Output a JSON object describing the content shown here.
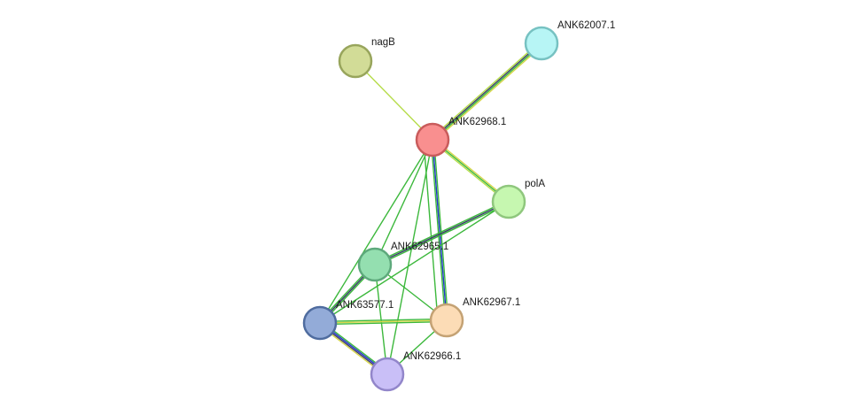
{
  "nodes": [
    {
      "id": "ANK62968.1",
      "label": "ANK62968.1",
      "fill": "#f98f8f",
      "stroke": "#c95c5c"
    },
    {
      "id": "nagB",
      "label": "nagB",
      "fill": "#d2dc97",
      "stroke": "#98a55c"
    },
    {
      "id": "ANK62007.1",
      "label": "ANK62007.1",
      "fill": "#b7f5f5",
      "stroke": "#77c2c2"
    },
    {
      "id": "polA",
      "label": "polA",
      "fill": "#c6f7b0",
      "stroke": "#8fc77d"
    },
    {
      "id": "ANK62965.1",
      "label": "ANK62965.1",
      "fill": "#94dfb0",
      "stroke": "#5ea97c"
    },
    {
      "id": "ANK63577.1",
      "label": "ANK63577.1",
      "fill": "#93abd8",
      "stroke": "#4f6c9f"
    },
    {
      "id": "ANK62967.1",
      "label": "ANK62967.1",
      "fill": "#fcdcb6",
      "stroke": "#c4a274"
    },
    {
      "id": "ANK62966.1",
      "label": "ANK62966.1",
      "fill": "#c9bff7",
      "stroke": "#9286ca"
    }
  ],
  "edges": [
    {
      "source": "nagB",
      "target": "ANK62968.1",
      "colors": [
        "#b6dc4a"
      ]
    },
    {
      "source": "ANK62007.1",
      "target": "ANK62968.1",
      "colors": [
        "#d6d64a",
        "#3cb83c",
        "#3a3a6a",
        "#b6dc4a"
      ]
    },
    {
      "source": "ANK62968.1",
      "target": "polA",
      "colors": [
        "#d6d64a",
        "#3cb83c",
        "#b6dc4a"
      ]
    },
    {
      "source": "ANK62968.1",
      "target": "ANK62967.1",
      "colors": [
        "#3cb83c",
        "#2233cc",
        "#3cb83c"
      ]
    },
    {
      "source": "ANK62968.1",
      "target": "ANK62965.1",
      "colors": [
        "#3cb83c"
      ]
    },
    {
      "source": "ANK62968.1",
      "target": "ANK63577.1",
      "colors": [
        "#3cb83c"
      ]
    },
    {
      "source": "ANK62968.1",
      "target": "ANK62966.1",
      "colors": [
        "#3cb83c"
      ]
    },
    {
      "source": "ANK62968.1",
      "target": "ANK62967.1",
      "colors": [
        "#3cb83c"
      ],
      "offset": 10
    },
    {
      "source": "polA",
      "target": "ANK62965.1",
      "colors": [
        "#3cb83c",
        "#3a3a6a",
        "#3cb83c"
      ]
    },
    {
      "source": "polA",
      "target": "ANK63577.1",
      "colors": [
        "#3cb83c"
      ]
    },
    {
      "source": "ANK62965.1",
      "target": "ANK63577.1",
      "colors": [
        "#3cb83c",
        "#3a3a6a",
        "#3cb83c"
      ]
    },
    {
      "source": "ANK62965.1",
      "target": "ANK62967.1",
      "colors": [
        "#3cb83c"
      ]
    },
    {
      "source": "ANK62965.1",
      "target": "ANK62966.1",
      "colors": [
        "#3cb83c"
      ]
    },
    {
      "source": "ANK63577.1",
      "target": "ANK62967.1",
      "colors": [
        "#3cb83c",
        "#d6d64a",
        "#3cb83c"
      ]
    },
    {
      "source": "ANK63577.1",
      "target": "ANK62966.1",
      "colors": [
        "#3cb83c",
        "#2233cc",
        "#3a3a6a",
        "#d6d64a"
      ]
    },
    {
      "source": "ANK62967.1",
      "target": "ANK62966.1",
      "colors": [
        "#3cb83c"
      ]
    }
  ]
}
